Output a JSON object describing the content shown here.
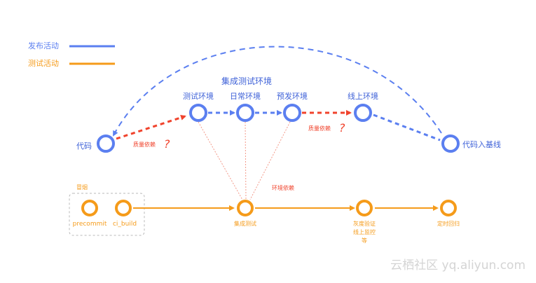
{
  "legend": {
    "release": {
      "label": "发布活动",
      "color": "#5b7ff0"
    },
    "test": {
      "label": "测试活动",
      "color": "#f59b1a"
    }
  },
  "release_nodes": {
    "code": "代码",
    "test_env": "测试环境",
    "daily_env": "日常环境",
    "pre_env": "预发环境",
    "online_env": "线上环境",
    "code_baseline": "代码入基线"
  },
  "integration_group_label": "集成测试环境",
  "test_nodes": {
    "smoke_group_label": "冒烟",
    "precommit": "precommit",
    "ci_build": "ci_build",
    "integration_test": "集成测试",
    "gray_line1": "灰度验证",
    "gray_line2": "线上监控",
    "gray_line3": "等",
    "scheduled_regression": "定时回归"
  },
  "dependency_labels": {
    "quality_dep_1": "质量依赖",
    "quality_dep_2": "质量依赖",
    "env_dep": "环境依赖",
    "question_mark": "?"
  },
  "colors": {
    "dependency_red": "#f0432c",
    "dependency_line": "#f39a8a"
  },
  "watermark": "云栖社区 yq.aliyun.com"
}
